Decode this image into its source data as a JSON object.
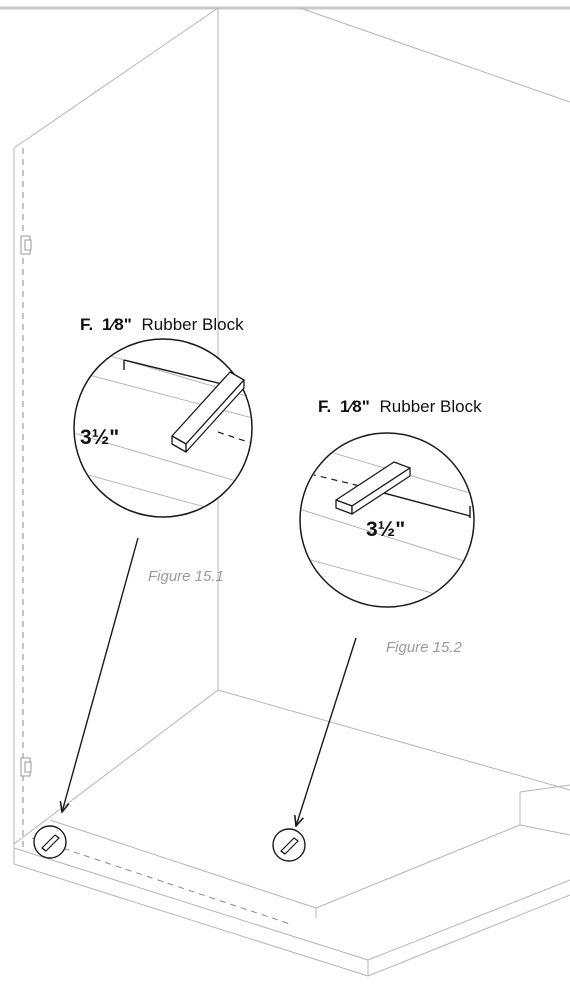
{
  "callouts": [
    {
      "letter": "F.",
      "size": "1⁄8\"",
      "name": "Rubber Block",
      "dimension": "3½\"",
      "caption": "Figure 15.1"
    },
    {
      "letter": "F.",
      "size": "1⁄8\"",
      "name": "Rubber Block",
      "dimension": "3½\"",
      "caption": "Figure 15.2"
    }
  ],
  "colors": {
    "line": "#b5b5b5",
    "ink": "#1a1a1a",
    "caption": "#9a9a9a"
  }
}
